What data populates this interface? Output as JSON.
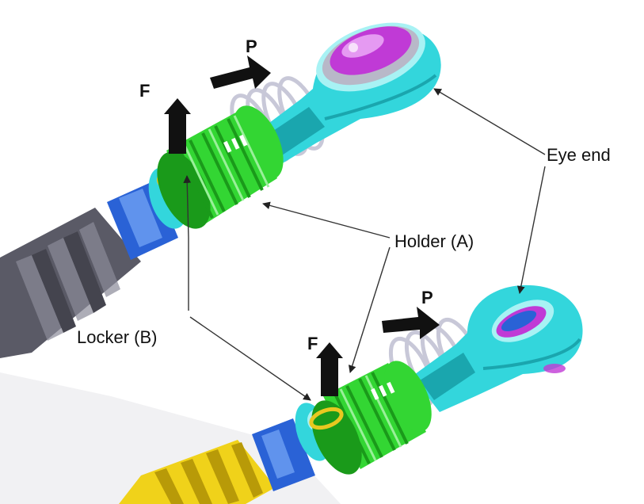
{
  "labels": {
    "eye_end": "Eye end",
    "holder": "Holder (A)",
    "locker": "Locker (B)",
    "force_top": "F",
    "push_top": "P",
    "force_bottom": "F",
    "push_bottom": "P"
  },
  "colors": {
    "eye_end": "#33d6dc",
    "eye_end_dark": "#1aa6ae",
    "eye_end_light": "#a8f2f4",
    "insert_magenta": "#c03ad6",
    "insert_light": "#e59af2",
    "ring_silver": "#b8b8c8",
    "holder_green": "#33d633",
    "holder_green_dark": "#1a9a1a",
    "holder_green_light": "#9af09a",
    "spring": "#d0d0e0",
    "cable_gray": "#5a5a66",
    "cable_gray_light": "#8a8a98",
    "boot_blue": "#2a62d6",
    "boot_blue_light": "#6ea0f2",
    "cable_yellow": "#f0d21a",
    "cable_yellow_dark": "#b89a08",
    "locker_yellow": "#e8c820",
    "arrow_black": "#111111",
    "leader_line": "#333333"
  }
}
